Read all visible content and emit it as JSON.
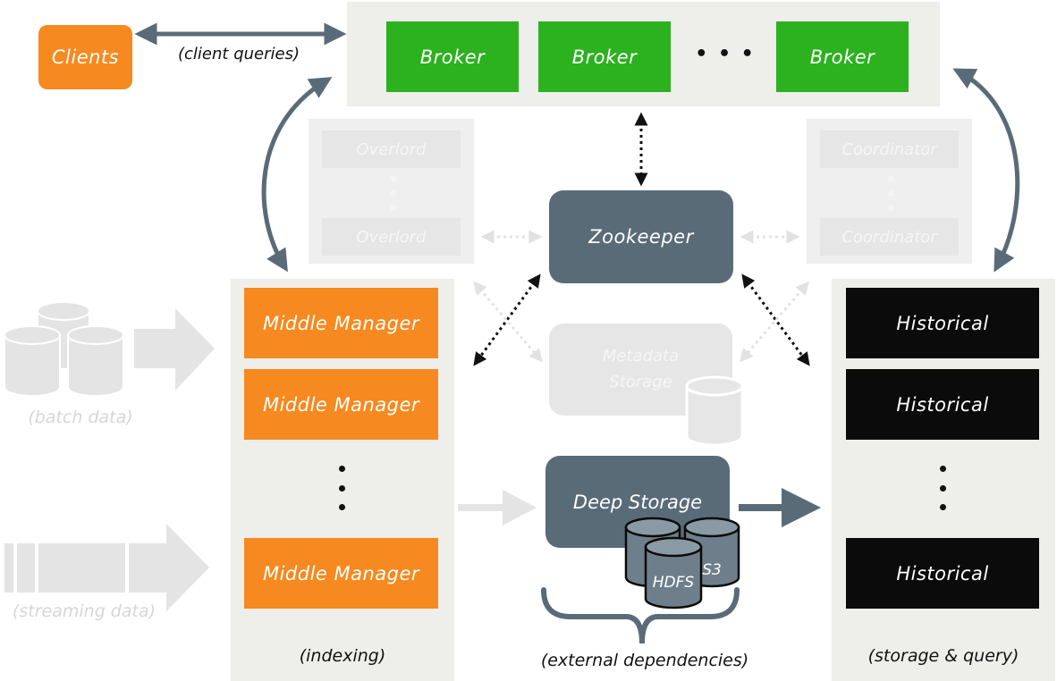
{
  "clients": {
    "label": "Clients"
  },
  "client_queries": {
    "label": "(client queries)"
  },
  "brokers": {
    "items": [
      "Broker",
      "Broker",
      "Broker"
    ],
    "ellipsis": "• • •"
  },
  "overlord": {
    "items": [
      "Overlord",
      "Overlord"
    ]
  },
  "coordinator": {
    "items": [
      "Coordinator",
      "Coordinator"
    ]
  },
  "zookeeper": {
    "label": "Zookeeper"
  },
  "metadata_storage": {
    "line1": "Metadata",
    "line2": "Storage"
  },
  "deep_storage": {
    "label": "Deep Storage",
    "hdfs": "HDFS",
    "s3": "S3"
  },
  "indexing": {
    "items": [
      "Middle Manager",
      "Middle Manager",
      "Middle Manager"
    ],
    "caption": "(indexing)"
  },
  "historicals": {
    "items": [
      "Historical",
      "Historical",
      "Historical"
    ],
    "caption": "(storage & query)"
  },
  "batch_data": {
    "label": "(batch data)"
  },
  "streaming_data": {
    "label": "(streaming data)"
  },
  "external_dependencies": {
    "label": "(external dependencies)"
  },
  "colors": {
    "orange": "#f6891f",
    "green": "#2cb11f",
    "black": "#0b0b0b",
    "slate": "#5a6b78",
    "panel": "#eeeeea",
    "ghost": "#e6e6e6"
  }
}
